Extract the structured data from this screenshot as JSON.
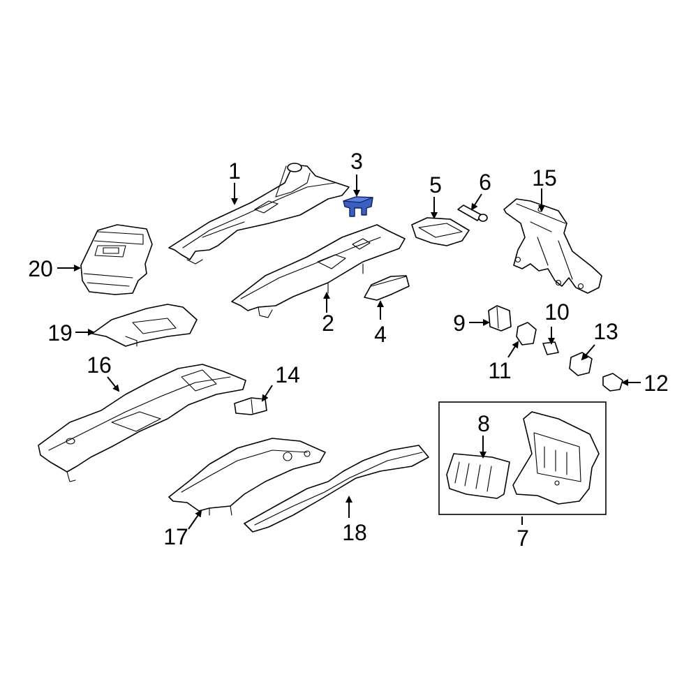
{
  "callouts": {
    "c1": "1",
    "c2": "2",
    "c3": "3",
    "c4": "4",
    "c5": "5",
    "c6": "6",
    "c7": "7",
    "c8": "8",
    "c9": "9",
    "c10": "10",
    "c11": "11",
    "c12": "12",
    "c13": "13",
    "c14": "14",
    "c15": "15",
    "c16": "16",
    "c17": "17",
    "c18": "18",
    "c19": "19",
    "c20": "20"
  },
  "colors": {
    "highlight_part": "#3a5fc0",
    "line": "#000000",
    "background": "#ffffff"
  },
  "highlighted_part": "3"
}
